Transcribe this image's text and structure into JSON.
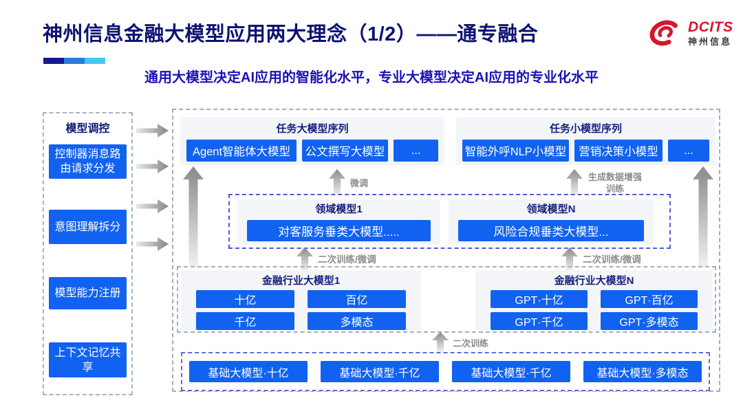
{
  "slide": {
    "title": "神州信息金融大模型应用两大理念（1/2）——通专融合",
    "subtitle": "通用大模型决定AI应用的智能化水平，专业大模型决定AI应用的专业化水平"
  },
  "logo": {
    "brand": "DCITS",
    "brand_cn": "神州信息"
  },
  "sidebar": {
    "title": "模型调控",
    "items": [
      "控制器消息路由请求分发",
      "意图理解拆分",
      "模型能力注册",
      "上下文记忆共享"
    ]
  },
  "task_large": {
    "title": "任务大模型序列",
    "items": [
      "Agent智能体大模型",
      "公文撰写大模型",
      "..."
    ]
  },
  "task_small": {
    "title": "任务小模型序列",
    "items": [
      "智能外呼NLP小模型",
      "营销决策小模型",
      "..."
    ]
  },
  "domain": {
    "left": {
      "title": "领域模型1",
      "item": "对客服务垂类大模型....."
    },
    "right": {
      "title": "领域模型N",
      "item": "风险合规垂类大模型..."
    }
  },
  "industry": {
    "left": {
      "title": "金融行业大模型1",
      "items": [
        "十亿",
        "百亿",
        "千亿",
        "多模态"
      ]
    },
    "right": {
      "title": "金融行业大模型N",
      "items": [
        "GPT·十亿",
        "GPT·百亿",
        "GPT·千亿",
        "GPT·多模态"
      ]
    }
  },
  "base": {
    "items": [
      "基础大模型·十亿",
      "基础大模型·千亿",
      "基础大模型·千亿",
      "基础大模型·多模态"
    ]
  },
  "labels": {
    "finetune": "微调",
    "gen_data_training": "生成数据增强训练",
    "retrain_finetune": "二次训练/微调",
    "retrain": "二次训练"
  },
  "colors": {
    "accent_blue": "#1162F0",
    "title_navy": "#0C1272",
    "subtitle_indigo": "#1C10B8",
    "logo_red": "#D8142E",
    "label_gray": "#8C8C8C",
    "panel_bg": "#F4F5F8"
  }
}
